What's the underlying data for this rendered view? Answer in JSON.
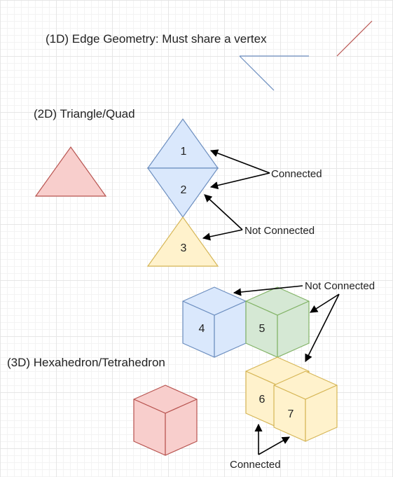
{
  "titles": {
    "edge": "(1D) Edge Geometry: Must share a vertex",
    "surface": "(2D) Triangle/Quad",
    "volume": "(3D) Hexahedron/Tetrahedron"
  },
  "labels": {
    "connected_2d": "Connected",
    "not_connected_2d": "Not Connected",
    "not_connected_3d": "Not Connected",
    "connected_3d": "Connected"
  },
  "elements": {
    "tri_1": "1",
    "tri_2": "2",
    "tri_3": "3",
    "hex_4": "4",
    "hex_5": "5",
    "hex_6": "6",
    "hex_7": "7"
  },
  "colors": {
    "blue_fill": "#dae8fc",
    "blue_stroke": "#6c8ebf",
    "green_fill": "#d5e8d4",
    "green_stroke": "#82b366",
    "yellow_fill": "#fff2cc",
    "yellow_stroke": "#d6b656",
    "red_fill": "#f8cecc",
    "red_stroke": "#b85450",
    "arrow": "#000000"
  }
}
